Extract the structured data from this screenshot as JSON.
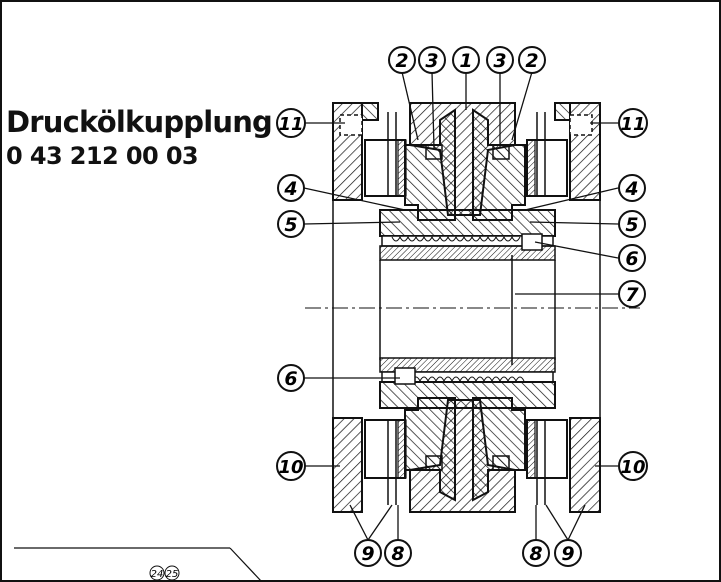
{
  "title": "Druckölkupplung",
  "part_number": "0 43 212 00 03",
  "callouts": {
    "c1": "1",
    "c2": "2",
    "c3": "3",
    "c4": "4",
    "c5": "5",
    "c6": "6",
    "c7": "7",
    "c8": "8",
    "c9": "9",
    "c10": "10",
    "c11": "11"
  },
  "page_refs": [
    "24",
    "25"
  ]
}
